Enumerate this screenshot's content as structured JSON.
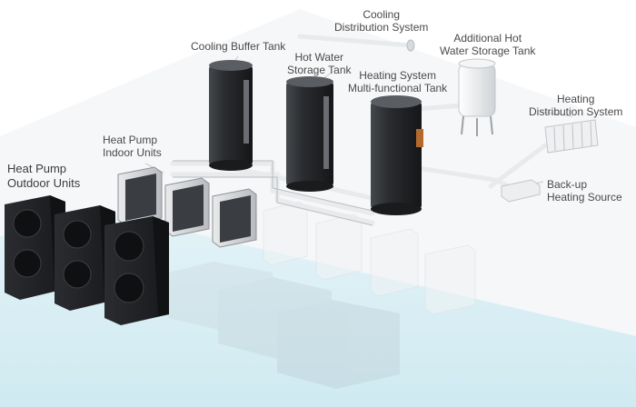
{
  "labels": {
    "cooling_distribution": {
      "line1": "Cooling",
      "line2": "Distribution System"
    },
    "cooling_buffer_tank": {
      "line1": "Cooling Buffer Tank"
    },
    "hot_water_storage": {
      "line1": "Hot Water",
      "line2": "Storage Tank"
    },
    "heating_multifunctional": {
      "line1": "Heating System",
      "line2": "Multi-functional Tank"
    },
    "additional_hot_water": {
      "line1": "Additional Hot",
      "line2": "Water Storage Tank"
    },
    "heating_distribution": {
      "line1": "Heating",
      "line2": "Distribution System"
    },
    "backup_heating": {
      "line1": "Back-up",
      "line2": "Heating Source"
    },
    "indoor_units": {
      "line1": "Heat Pump",
      "line2": "Indoor Units"
    },
    "outdoor_units": {
      "line1": "Heat Pump",
      "line2": "Outdoor Units"
    }
  },
  "colors": {
    "floor": "#f4f6f8",
    "water": "#d8eef4",
    "tank": "#2b2d30",
    "unit_dark": "#1f2124",
    "pipe": "#e6e8ea"
  },
  "icons": [
    "fan-icon",
    "radiator-icon"
  ]
}
